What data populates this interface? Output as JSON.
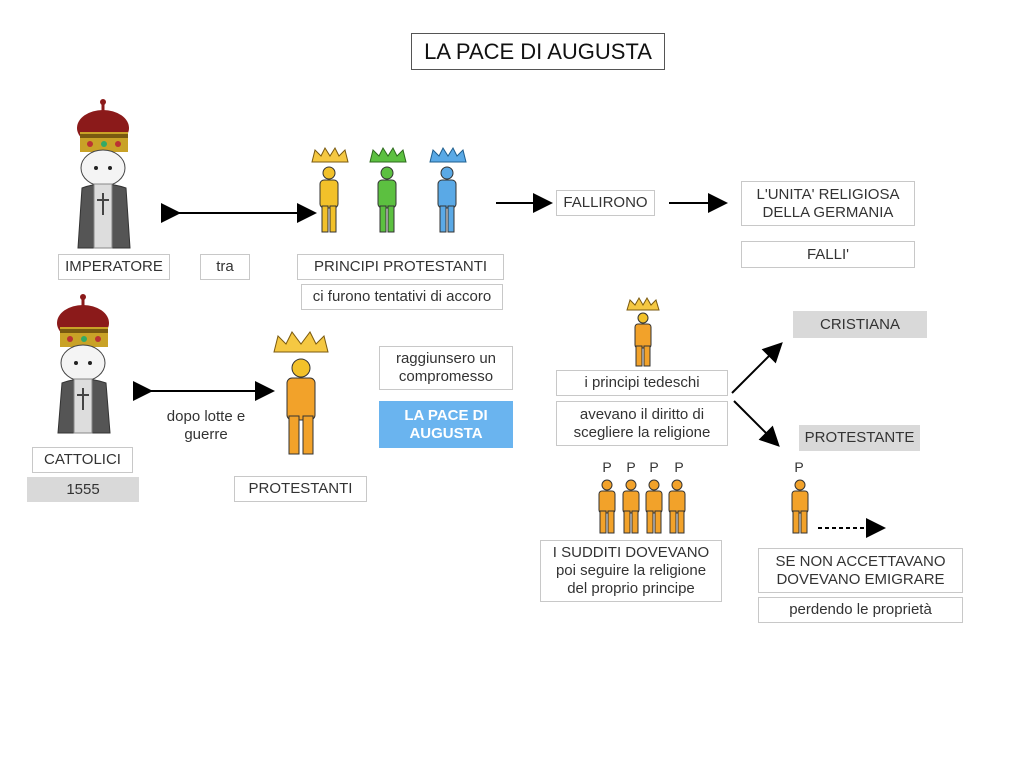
{
  "title": "LA PACE DI AUGUSTA",
  "labels": {
    "imperatore": "IMPERATORE",
    "tra": "tra",
    "principi_protestanti": "PRINCIPI PROTESTANTI",
    "tentativi": "ci furono tentativi di accoro",
    "fallirono": "FALLIRONO",
    "unita": "L'UNITA' RELIGIOSA DELLA GERMANIA",
    "falli": "FALLI'",
    "cattolici": "CATTOLICI",
    "anno": "1555",
    "dopo_lotte": "dopo lotte e guerre",
    "protestanti": "PROTESTANTI",
    "raggiunsero": "raggiunsero un compromesso",
    "pace": "LA PACE DI AUGUSTA",
    "principi_tedeschi": "i principi tedeschi",
    "diritto": "avevano il diritto di scegliere la religione",
    "cristiana": "CRISTIANA",
    "protestante": "PROTESTANTE",
    "sudditi": "I SUDDITI DOVEVANO poi seguire la religione del proprio principe",
    "emigrare": "SE NON ACCETTAVANO DOVEVANO EMIGRARE",
    "proprieta": "perdendo le proprietà",
    "p": "P"
  },
  "colors": {
    "green": "#5cc040",
    "blue": "#5aa9e6",
    "orange": "#f2a22a",
    "crown": "#f5c842",
    "accent_blue": "#6ab4ef",
    "gray_fill": "#d9d9d9"
  },
  "icons": [
    "emperor-icon",
    "prince-icon",
    "crown-icon",
    "arrow-icon"
  ]
}
